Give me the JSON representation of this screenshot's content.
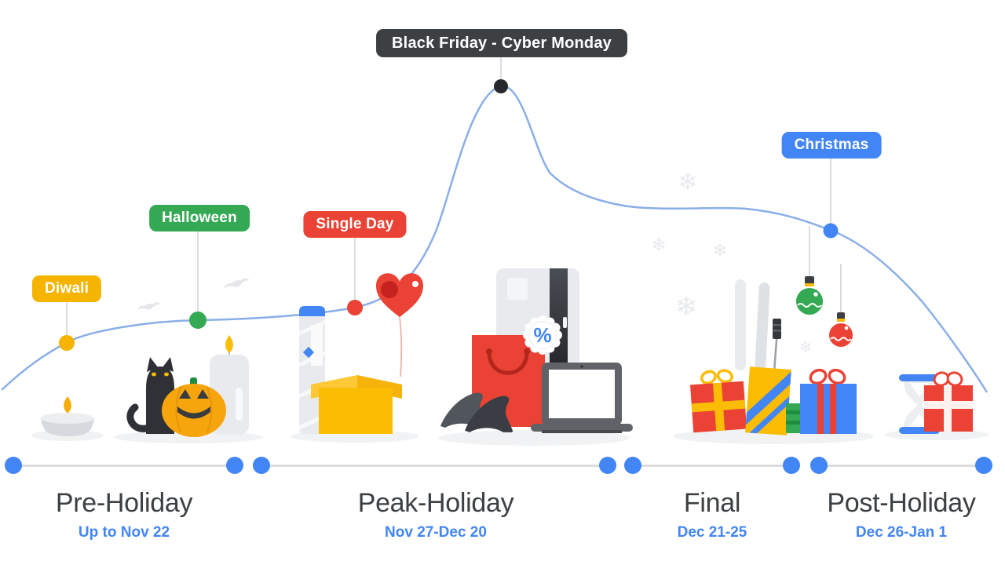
{
  "events": [
    {
      "id": "diwali",
      "label": "Diwali",
      "badge_color": "#f4b400",
      "dot_color": "#f4b400"
    },
    {
      "id": "halloween",
      "label": "Halloween",
      "badge_color": "#34a853",
      "dot_color": "#34a853"
    },
    {
      "id": "single-day",
      "label": "Single Day",
      "badge_color": "#ea4335",
      "dot_color": "#ea4335"
    },
    {
      "id": "black-friday-cyber-monday",
      "label": "Black Friday - Cyber Monday",
      "badge_color": "#3c4043",
      "dot_color": "#27292d"
    },
    {
      "id": "christmas",
      "label": "Christmas",
      "badge_color": "#4285f4",
      "dot_color": "#4285f4"
    }
  ],
  "phases": [
    {
      "label": "Pre-Holiday",
      "dates": "Up to Nov 22"
    },
    {
      "label": "Peak-Holiday",
      "dates": "Nov 27-Dec 20"
    },
    {
      "label": "Final",
      "dates": "Dec 21-25"
    },
    {
      "label": "Post-Holiday",
      "dates": "Dec 26-Jan 1"
    }
  ],
  "discount_badge": {
    "symbol": "%"
  },
  "decor": {
    "snowflake_glyph": "❄"
  },
  "icons": [
    "tealight-candle-icon",
    "black-cat-icon",
    "pumpkin-icon",
    "pillar-candle-icon",
    "delivery-tower-icon",
    "open-box-icon",
    "heart-balloon-icon",
    "shopping-bag-icon",
    "discount-percent-icon",
    "high-heels-icon",
    "refrigerator-icon",
    "laptop-icon",
    "gift-box-icon",
    "skis-icon",
    "ski-pole-icon",
    "ornament-icon",
    "hourglass-icon",
    "snowflake-icon",
    "bat-icon"
  ],
  "colors": {
    "curve": "#8aaee8",
    "connector": "#dadce0",
    "timeline_line": "#dadce0",
    "timeline_dot": "#4285f4",
    "phase_label": "#3c4043",
    "phase_dates": "#4285f4",
    "background": "#ffffff"
  }
}
